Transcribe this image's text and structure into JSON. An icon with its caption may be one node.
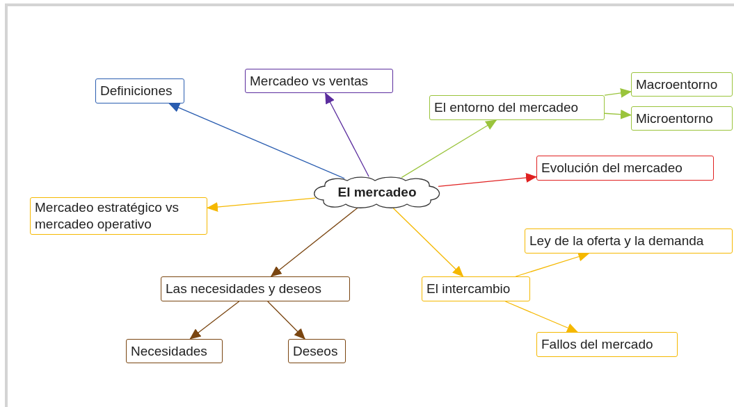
{
  "diagram": {
    "nodes": [
      {
        "text": [
          "El mercadeo"
        ]
      },
      {
        "text": [
          "Definiciones"
        ]
      },
      {
        "text": [
          "Mercadeo vs ventas"
        ]
      },
      {
        "text": [
          "El entorno del mercadeo"
        ]
      },
      {
        "text": [
          "Macroentorno"
        ]
      },
      {
        "text": [
          "Microentorno"
        ]
      },
      {
        "text": [
          "Evolución del mercadeo"
        ]
      },
      {
        "text": [
          "Mercadeo estratégico vs mercadeo operativo"
        ]
      },
      {
        "text": [
          "Las necesidades y deseos"
        ]
      },
      {
        "text": [
          "El intercambio"
        ]
      },
      {
        "text": [
          "Ley de la oferta y la demanda"
        ]
      },
      {
        "text": [
          "Fallos del mercado"
        ]
      },
      {
        "text": [
          "Necesidades"
        ]
      },
      {
        "text": [
          "Deseos"
        ]
      }
    ],
    "edges": [
      {
        "from": 0,
        "to": 1,
        "arrow": "to",
        "color": "#2a5db0"
      },
      {
        "from": 0,
        "to": 2,
        "arrow": "to",
        "color": "#5b2d9e"
      },
      {
        "from": 0,
        "to": 3,
        "arrow": "to",
        "color": "#9ac43c"
      },
      {
        "from": 3,
        "to": 4,
        "arrow": "to",
        "color": "#9ac43c"
      },
      {
        "from": 3,
        "to": 5,
        "arrow": "to",
        "color": "#9ac43c"
      },
      {
        "from": 0,
        "to": 6,
        "arrow": "to",
        "color": "#e02020"
      },
      {
        "from": 0,
        "to": 7,
        "arrow": "to",
        "color": "#f5b800"
      },
      {
        "from": 0,
        "to": 8,
        "arrow": "to",
        "color": "#7a4510"
      },
      {
        "from": 0,
        "to": 9,
        "arrow": "to",
        "color": "#f5b800"
      },
      {
        "from": 9,
        "to": 10,
        "arrow": "to",
        "color": "#f5b800"
      },
      {
        "from": 9,
        "to": 11,
        "arrow": "to",
        "color": "#f5b800"
      },
      {
        "from": 8,
        "to": 12,
        "arrow": "to",
        "color": "#7a4510"
      },
      {
        "from": 8,
        "to": 13,
        "arrow": "to",
        "color": "#7a4510"
      }
    ]
  }
}
